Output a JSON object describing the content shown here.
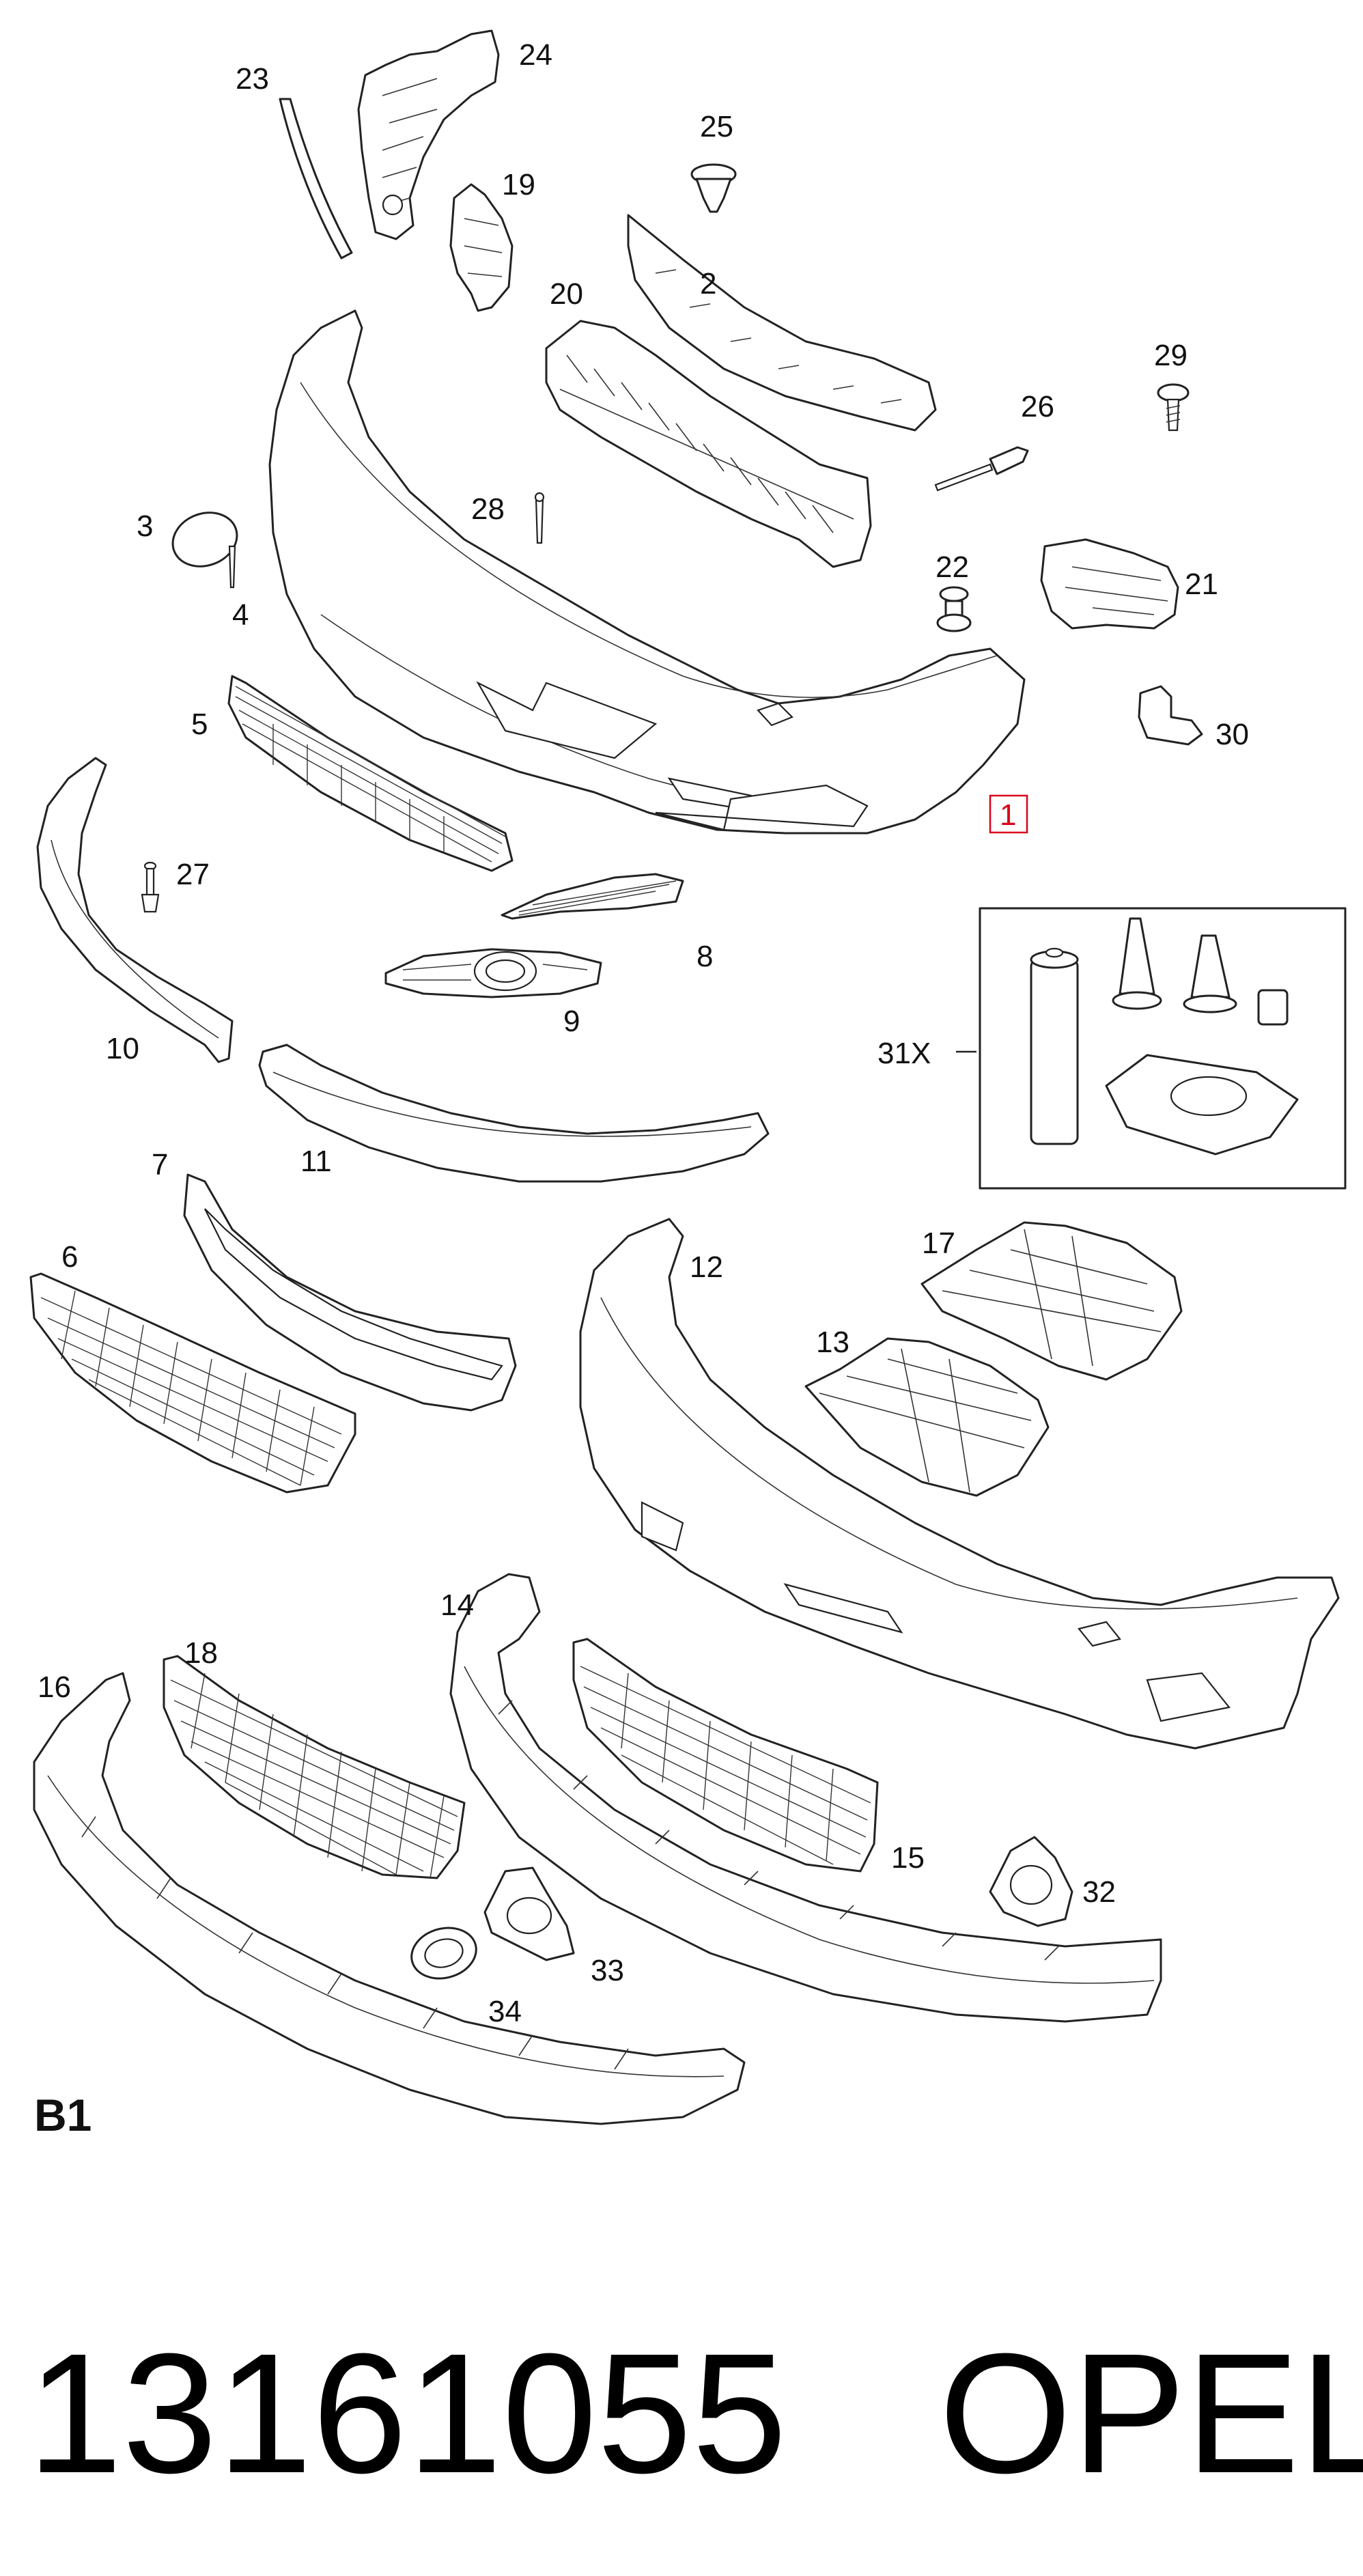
{
  "diagram": {
    "section_code": "B1",
    "highlighted_part": "1",
    "highlight_color": "#d9001b",
    "line_color": "#222222",
    "callouts": [
      "1",
      "2",
      "3",
      "4",
      "5",
      "6",
      "7",
      "8",
      "9",
      "10",
      "11",
      "12",
      "13",
      "14",
      "15",
      "16",
      "17",
      "18",
      "19",
      "20",
      "21",
      "22",
      "23",
      "24",
      "25",
      "26",
      "27",
      "28",
      "29",
      "30",
      "31X",
      "32",
      "33",
      "34"
    ],
    "kit_label": "31X"
  },
  "footer": {
    "part_number": "13161055",
    "brand": "OPEL"
  }
}
